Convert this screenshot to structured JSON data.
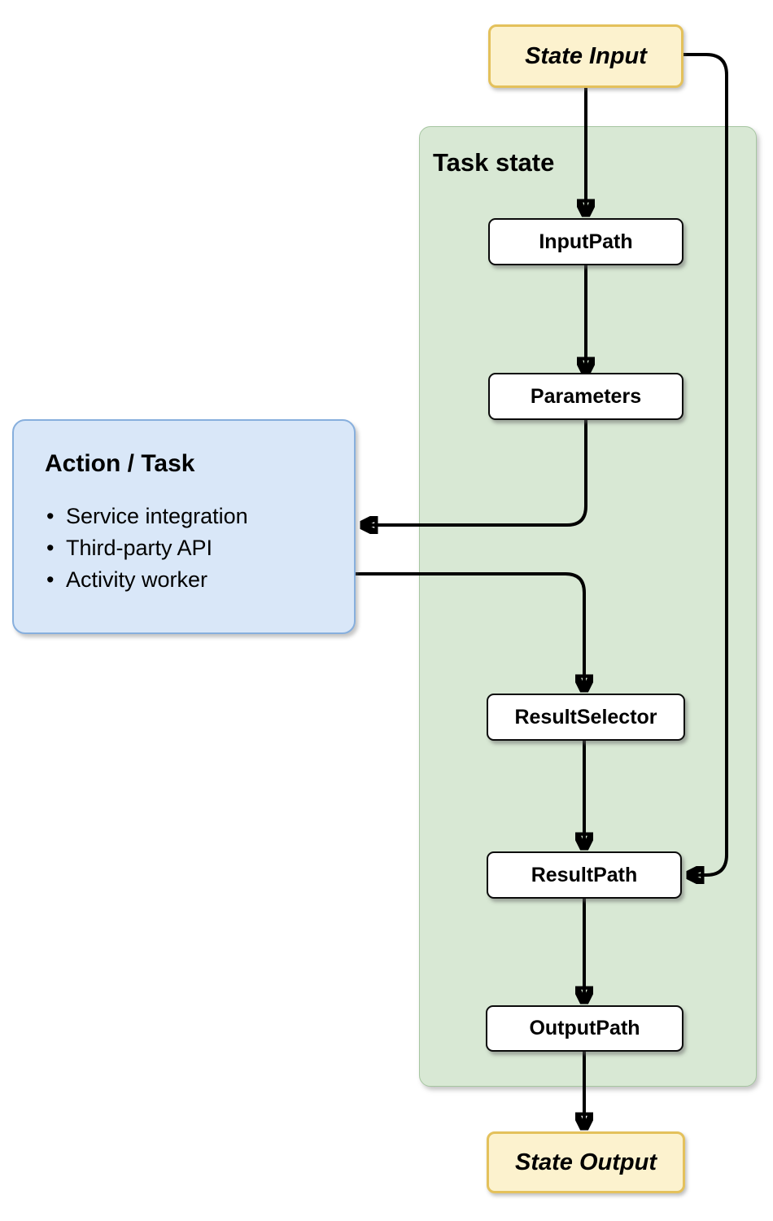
{
  "diagram": {
    "container_title": "Task state",
    "state_input_label": "State Input",
    "state_output_label": "State Output",
    "steps": {
      "input_path": "InputPath",
      "parameters": "Parameters",
      "result_selector": "ResultSelector",
      "result_path": "ResultPath",
      "output_path": "OutputPath"
    },
    "action_task": {
      "title": "Action / Task",
      "items": [
        "Service integration",
        "Third-party API",
        "Activity worker"
      ]
    },
    "colors": {
      "state_io_fill": "#FCF2CE",
      "state_io_border": "#E4C15B",
      "task_container_fill": "#D8E8D4",
      "task_container_border": "#A6C6A1",
      "step_fill": "#FFFFFF",
      "step_border": "#0B0B0B",
      "action_fill": "#D9E7F8",
      "action_border": "#87AFDD",
      "arrow": "#000000"
    }
  }
}
